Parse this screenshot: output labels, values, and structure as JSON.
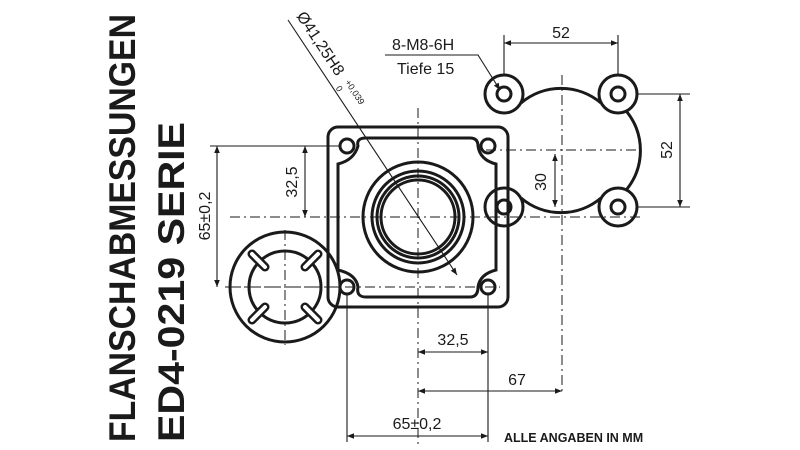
{
  "title": {
    "line1": "FLANSCHABMESSUNGEN",
    "line2": "ED4-0219 SERIE"
  },
  "callouts": {
    "thread": "8-M8-6H",
    "depth": "Tiefe 15",
    "bore": "Ø41,25H8",
    "bore_tol_upper": "+0,039",
    "bore_tol_lower": "0"
  },
  "dimensions": {
    "top_spacing": "52",
    "right_spacing": "52",
    "offset_30": "30",
    "left_half": "32,5",
    "left_total": "65±0,2",
    "bottom_half": "32,5",
    "bottom_67": "67",
    "bottom_total": "65±0,2"
  },
  "note": "ALLE ANGABEN IN MM"
}
